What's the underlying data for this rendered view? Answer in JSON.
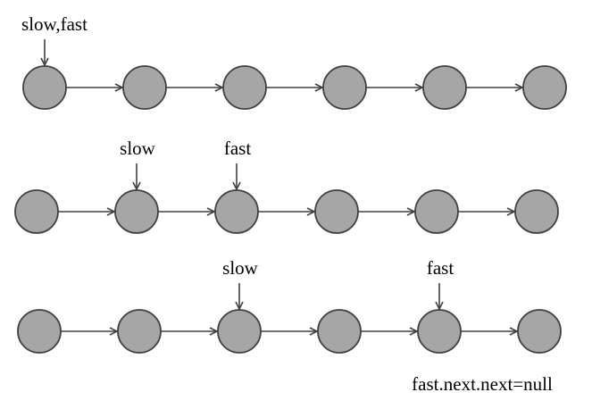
{
  "rows": [
    {
      "pointers": [
        {
          "label": "slow,fast",
          "node": 0
        }
      ]
    },
    {
      "pointers": [
        {
          "label": "slow",
          "node": 1
        },
        {
          "label": "fast",
          "node": 2
        }
      ]
    },
    {
      "pointers": [
        {
          "label": "slow",
          "node": 2
        },
        {
          "label": "fast",
          "node": 4
        }
      ]
    }
  ],
  "nodes_per_row": 6,
  "caption": "fast.next.next=null",
  "colors": {
    "node_fill": "#a6a6a6",
    "node_stroke": "#404040",
    "edge": "#404040"
  }
}
